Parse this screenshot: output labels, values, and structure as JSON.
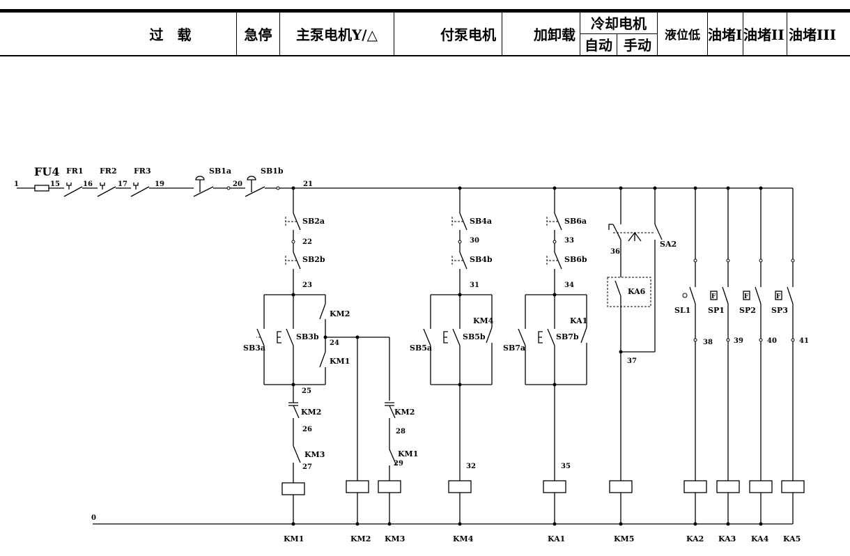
{
  "header": {
    "cols": [
      {
        "label": "过　载"
      },
      {
        "label": "急停"
      },
      {
        "label": "主泵电机Y/△"
      },
      {
        "label": "付泵电机"
      },
      {
        "label": "加卸载"
      },
      {
        "label": "冷却电机",
        "sub": [
          "自动",
          "手动"
        ]
      },
      {
        "label": "液位低"
      },
      {
        "label": "油堵I"
      },
      {
        "label": "油堵II"
      },
      {
        "label": "油堵III"
      }
    ]
  },
  "diagram": {
    "components": {
      "fu4": "FU4",
      "fr1": "FR1",
      "fr2": "FR2",
      "fr3": "FR3",
      "sb1a": "SB1a",
      "sb1b": "SB1b",
      "sb2a": "SB2a",
      "sb2b": "SB2b",
      "sb3a": "SB3a",
      "sb3b": "SB3b",
      "km2_nc": "KM2",
      "km1_nc": "KM1",
      "km2_coilA": "KM2",
      "km3_nc": "KM3",
      "km1_coilB": "KM1",
      "sb4a": "SB4a",
      "sb4b": "SB4b",
      "sb5a": "SB5a",
      "sb5b": "SB5b",
      "km4_nc": "KM4",
      "sb6a": "SB6a",
      "sb6b": "SB6b",
      "sb7a": "SB7a",
      "sb7b": "SB7b",
      "ka1_nc": "KA1",
      "sa2": "SA2",
      "ka6": "KA6",
      "sl1": "SL1",
      "sp1": "SP1",
      "sp2": "SP2",
      "sp3": "SP3",
      "coil_km1": "KM1",
      "coil_km2": "KM2",
      "coil_km3": "KM3",
      "coil_km4": "KM4",
      "coil_ka1": "KA1",
      "coil_km5": "KM5",
      "coil_ka2": "KA2",
      "coil_ka3": "KA3",
      "coil_ka4": "KA4",
      "coil_ka5": "KA5"
    },
    "nodes": {
      "n1": "1",
      "n15": "15",
      "n16": "16",
      "n17": "17",
      "n19": "19",
      "n20": "20",
      "n21": "21",
      "n22": "22",
      "n23": "23",
      "n24": "24",
      "n25": "25",
      "n26": "26",
      "n27": "27",
      "n28": "28",
      "n29": "29",
      "n30": "30",
      "n31": "31",
      "n32": "32",
      "n33": "33",
      "n34": "34",
      "n35": "35",
      "n36": "36",
      "n37": "37",
      "n38": "38",
      "n39": "39",
      "n40": "40",
      "n41": "41",
      "n0": "0"
    }
  }
}
